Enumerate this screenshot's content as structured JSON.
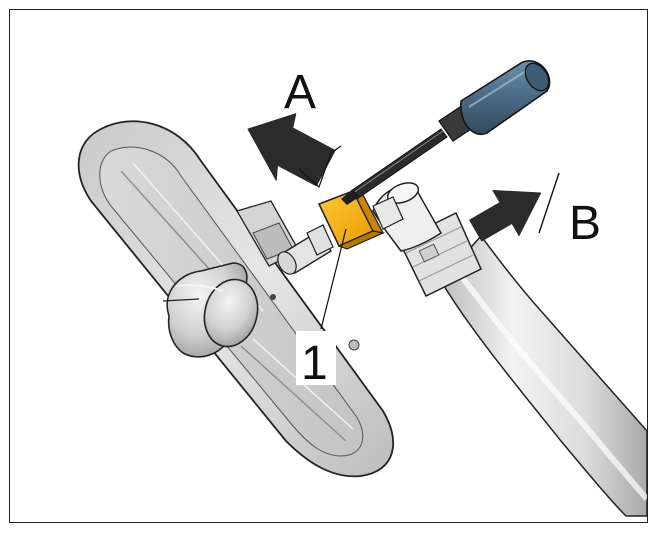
{
  "labels": {
    "a": "A",
    "b": "B",
    "callout": "1"
  },
  "icons": {
    "screwdriver": "screwdriver-icon",
    "arrow_a": "arrow-up-left-icon",
    "arrow_b": "arrow-up-right-icon"
  },
  "colors": {
    "clip_highlight": "#F5B014",
    "screwdriver_handle": "#4A6A84",
    "arrow": "#2B2B2B",
    "part_gray": "#D8D8D8",
    "frame": "#222222"
  }
}
